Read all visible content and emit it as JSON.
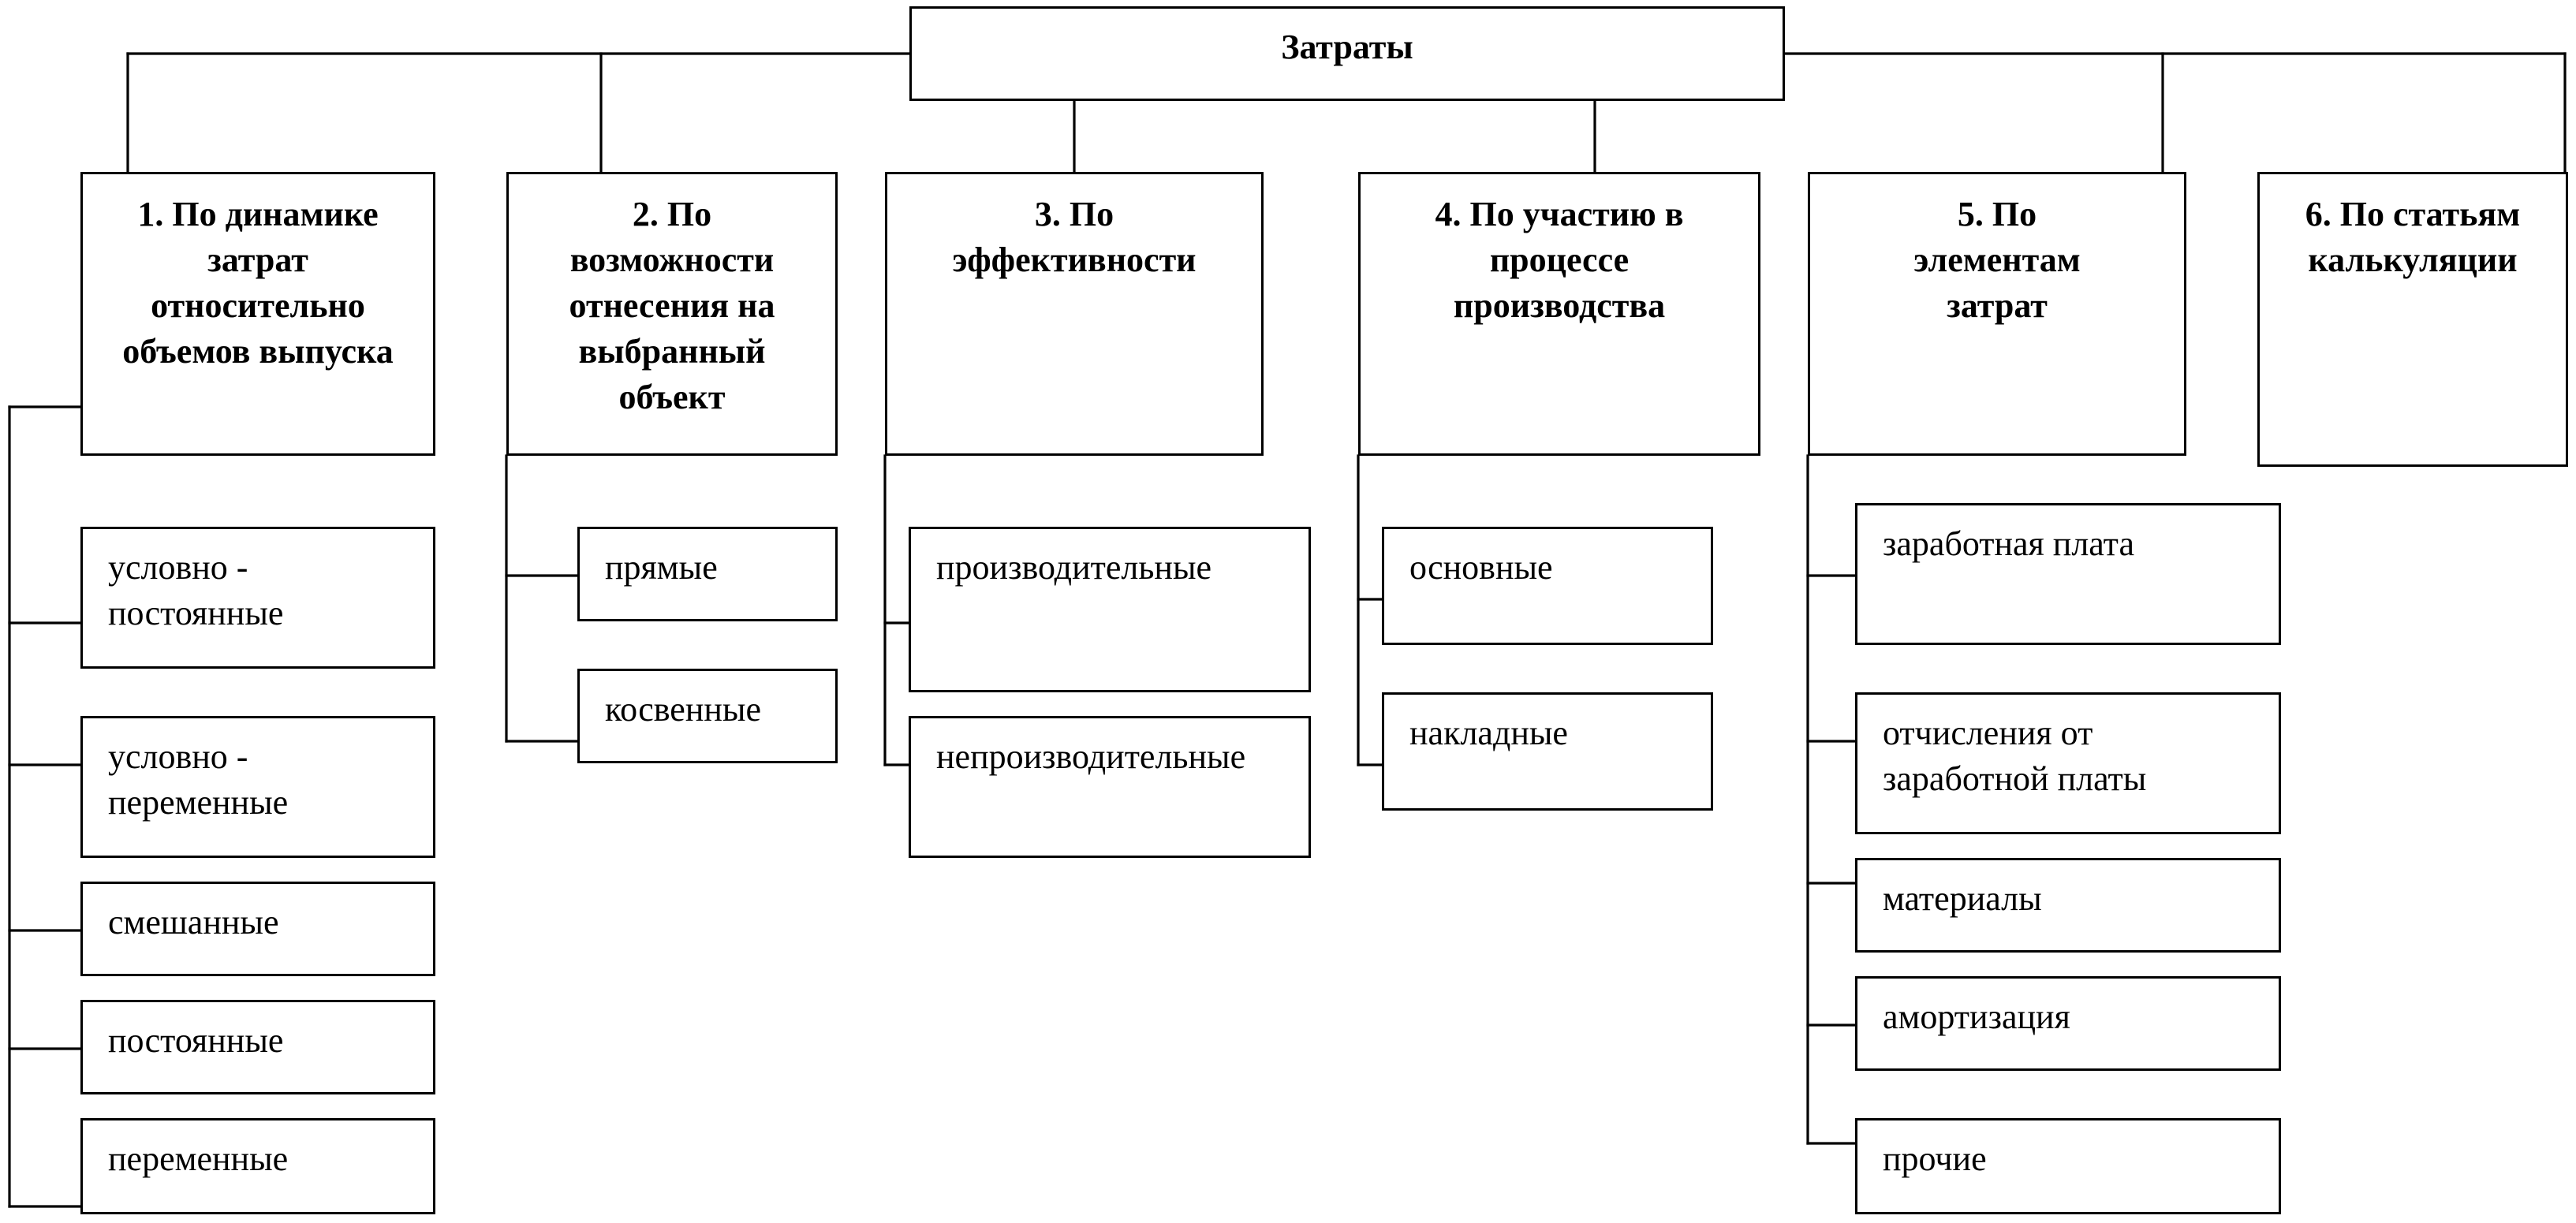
{
  "root": {
    "label": "Затраты"
  },
  "groups": [
    {
      "title": "1. По динамике затрат относительно объемов выпуска",
      "items": [
        "условно - постоянные",
        "условно - переменные",
        "смешанные",
        "постоянные",
        "переменные"
      ]
    },
    {
      "title": "2. По возможности отнесения на выбранный объект",
      "items": [
        "прямые",
        "косвенные"
      ]
    },
    {
      "title": "3. По эффективности",
      "items": [
        "производительные",
        "непроизводительные"
      ]
    },
    {
      "title": "4. По участию в процессе производства",
      "items": [
        "основные",
        "накладные"
      ]
    },
    {
      "title": "5. По элементам затрат",
      "items": [
        "заработная плата",
        "отчисления от заработной платы",
        "материалы",
        "амортизация",
        "прочие"
      ]
    },
    {
      "title": "6. По статьям калькуляции",
      "items": []
    }
  ]
}
